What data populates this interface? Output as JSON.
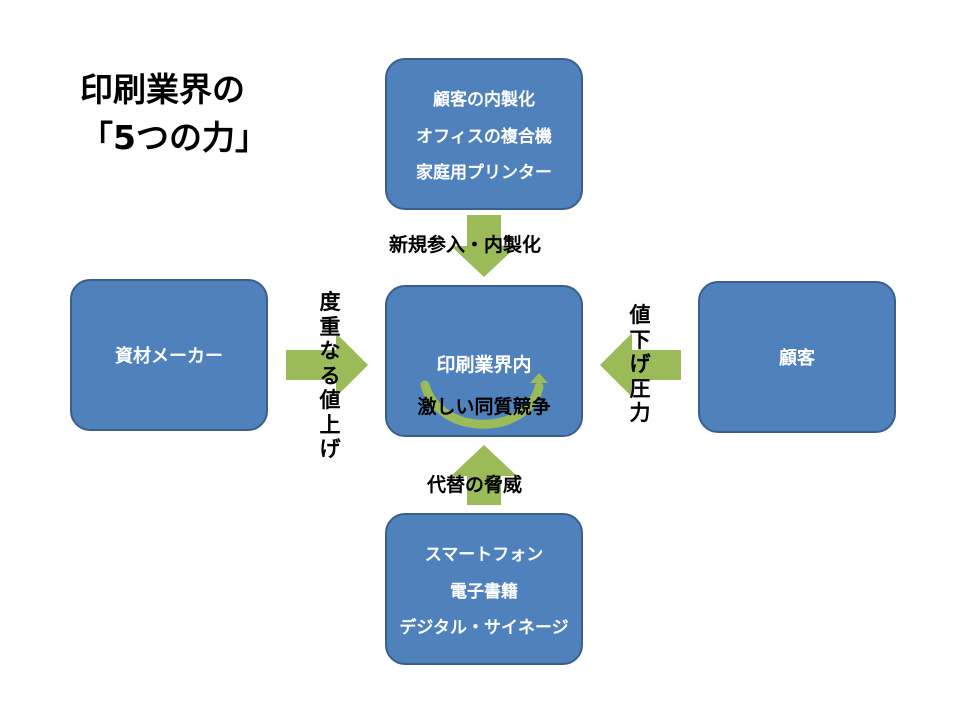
{
  "title": {
    "line1": "印刷業界の",
    "line2": "「5つの力」"
  },
  "boxes": {
    "top": {
      "lines": [
        "顧客の内製化",
        "オフィスの複合機",
        "家庭用プリンター"
      ]
    },
    "left": {
      "label": "資材メーカー"
    },
    "center": {
      "title": "印刷業界内",
      "subtitle": "激しい同質競争"
    },
    "right": {
      "label": "顧客"
    },
    "bottom": {
      "lines": [
        "スマートフォン",
        "電子書籍",
        "デジタル・サイネージ"
      ]
    }
  },
  "arrow_labels": {
    "top": "新規参入・内製化",
    "left": "度重なる値上げ",
    "right": "値下げ圧力",
    "bottom": "代替の脅威"
  },
  "colors": {
    "box_fill": "#4f81bd",
    "box_border": "#3a5f8c",
    "arrow_fill": "#9bbb59"
  }
}
